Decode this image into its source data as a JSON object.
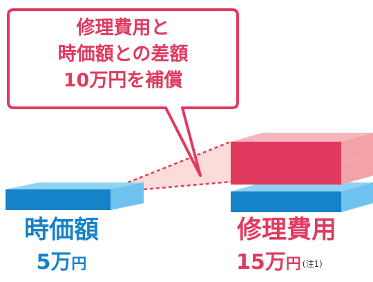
{
  "callout": {
    "line1": "修理費用と",
    "line2": "時価額との差額",
    "line3": "10万円を補償"
  },
  "left": {
    "title": "時価額",
    "amount": "5万",
    "unit": "円"
  },
  "right": {
    "title": "修理費用",
    "amount": "15万",
    "unit": "円",
    "note": "(注1)"
  },
  "colors": {
    "blue": "#1682c8",
    "blue_light": "#6ec3ee",
    "red": "#e03a5f",
    "red_light": "#f3a2a8",
    "pink_fill": "#fbdcd8"
  }
}
